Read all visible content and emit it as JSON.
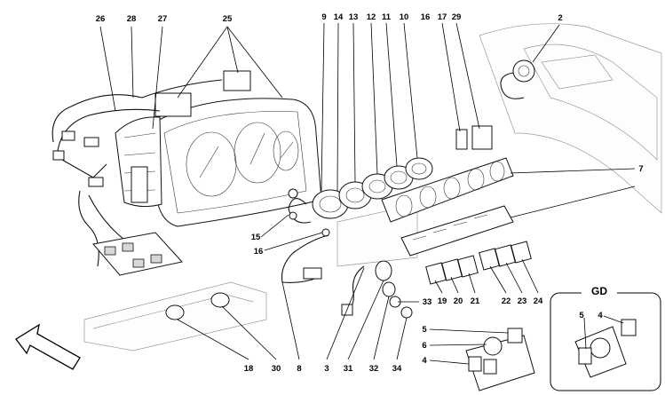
{
  "labels": {
    "n2": "2",
    "n3": "3",
    "n4": "4",
    "n4b": "4",
    "n5": "5",
    "n5b": "5",
    "n6": "6",
    "n7": "7",
    "n8": "8",
    "n9": "9",
    "n10": "10",
    "n11": "11",
    "n12": "12",
    "n13": "13",
    "n14": "14",
    "n15": "15",
    "n16": "16",
    "n16b": "16",
    "n17": "17",
    "n18": "18",
    "n19": "19",
    "n20": "20",
    "n21": "21",
    "n22": "22",
    "n23": "23",
    "n24": "24",
    "n25": "25",
    "n26": "26",
    "n27": "27",
    "n28": "28",
    "n29": "29",
    "n30": "30",
    "n31": "31",
    "n32": "32",
    "n33": "33",
    "n34": "34"
  },
  "inset": {
    "title": "GD"
  }
}
